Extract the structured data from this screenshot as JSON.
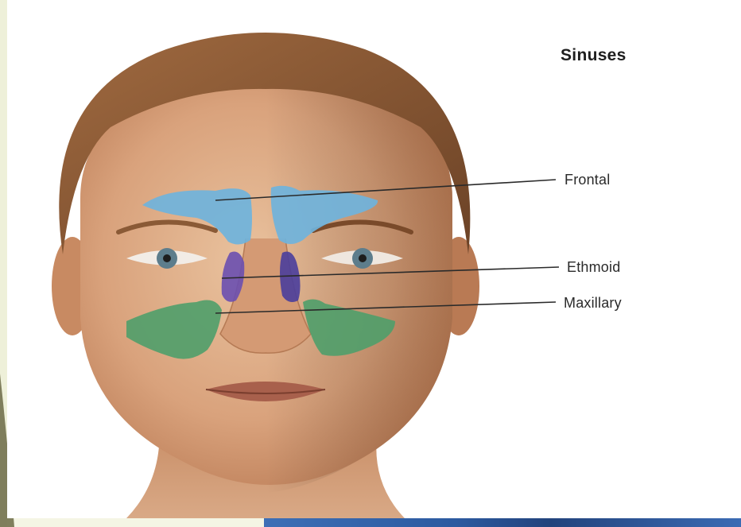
{
  "diagram": {
    "title": "Sinuses",
    "labels": [
      {
        "id": "frontal",
        "text": "Frontal"
      },
      {
        "id": "ethmoid",
        "text": "Ethmoid"
      },
      {
        "id": "maxillary",
        "text": "Maxillary"
      }
    ]
  },
  "colors": {
    "background": "#f4f5e4",
    "frontal_sinus": "#6fb3dc",
    "ethmoid_sinus": "#6a4fb0",
    "maxillary_sinus": "#4f9e6a",
    "skin": "#d8a07c",
    "hair": "#8a5a36",
    "accent_strip": "#2c5aa0"
  }
}
